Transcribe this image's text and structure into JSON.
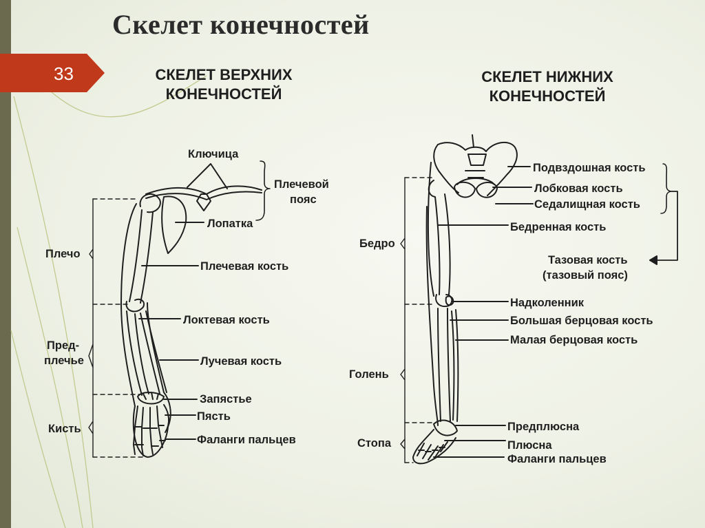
{
  "slide": {
    "title": "Скелет конечностей",
    "number": "33",
    "colors": {
      "badge": "#c0391b",
      "sidebar": "#6b6a4f",
      "text": "#1e1e1e"
    }
  },
  "upper": {
    "heading_line1": "СКЕЛЕТ ВЕРХНИХ",
    "heading_line2": "КОНЕЧНОСТЕЙ",
    "labels": {
      "clavicle": "Ключица",
      "girdle_line1": "Плечевой",
      "girdle_line2": "пояс",
      "scapula": "Лопатка",
      "shoulder": "Плечо",
      "humerus": "Плечевая кость",
      "ulna": "Локтевая кость",
      "forearm_line1": "Пред-",
      "forearm_line2": "плечье",
      "radius": "Лучевая кость",
      "wrist": "Запястье",
      "metacarpus": "Пясть",
      "hand": "Кисть",
      "phalanges": "Фаланги пальцев"
    }
  },
  "lower": {
    "heading_line1": "СКЕЛЕТ НИЖНИХ",
    "heading_line2": "КОНЕЧНОСТЕЙ",
    "labels": {
      "ilium": "Подвздошная кость",
      "pubis": "Лобковая кость",
      "ischium": "Седалищная кость",
      "femur": "Бедренная кость",
      "thigh": "Бедро",
      "pelvis_line1": "Тазовая кость",
      "pelvis_line2": "(тазовый пояс)",
      "patella": "Надколенник",
      "tibia": "Большая берцовая кость",
      "fibula": "Малая берцовая кость",
      "shin": "Голень",
      "tarsus": "Предплюсна",
      "foot": "Стопа",
      "metatarsus": "Плюсна",
      "phalanges": "Фаланги пальцев"
    }
  }
}
